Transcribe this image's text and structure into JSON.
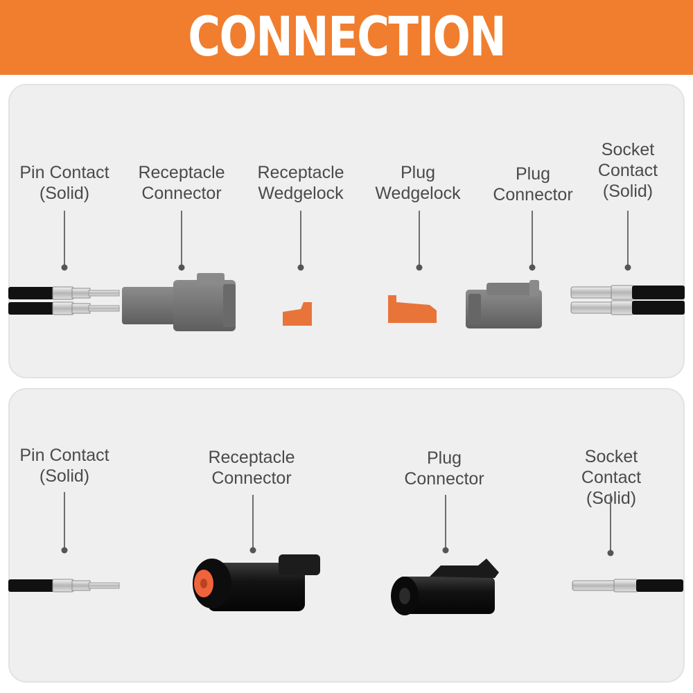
{
  "title": "CONNECTION",
  "colors": {
    "banner": "#f07e2e",
    "wedgelock": "#e8743a",
    "connector_gray": "#7a7a7a",
    "connector_black": "#151515",
    "seal_orange": "#f0643c"
  },
  "panels": {
    "top": {
      "labels": [
        {
          "text": "Pin Contact\n(Solid)"
        },
        {
          "text": "Receptacle\nConnector"
        },
        {
          "text": "Receptacle\nWedgelock"
        },
        {
          "text": "Plug\nWedgelock"
        },
        {
          "text": "Plug\nConnector"
        },
        {
          "text": "Socket\nContact\n(Solid)"
        }
      ]
    },
    "bottom": {
      "labels": [
        {
          "text": "Pin Contact\n(Solid)"
        },
        {
          "text": "Receptacle\nConnector"
        },
        {
          "text": "Plug\nConnector"
        },
        {
          "text": "Socket Contact\n(Solid)"
        }
      ]
    }
  },
  "icons": {
    "pin_contact": "pin-contact-icon",
    "socket_contact": "socket-contact-icon",
    "receptacle_connector": "receptacle-connector-icon",
    "plug_connector": "plug-connector-icon",
    "wedgelock": "wedgelock-icon"
  }
}
